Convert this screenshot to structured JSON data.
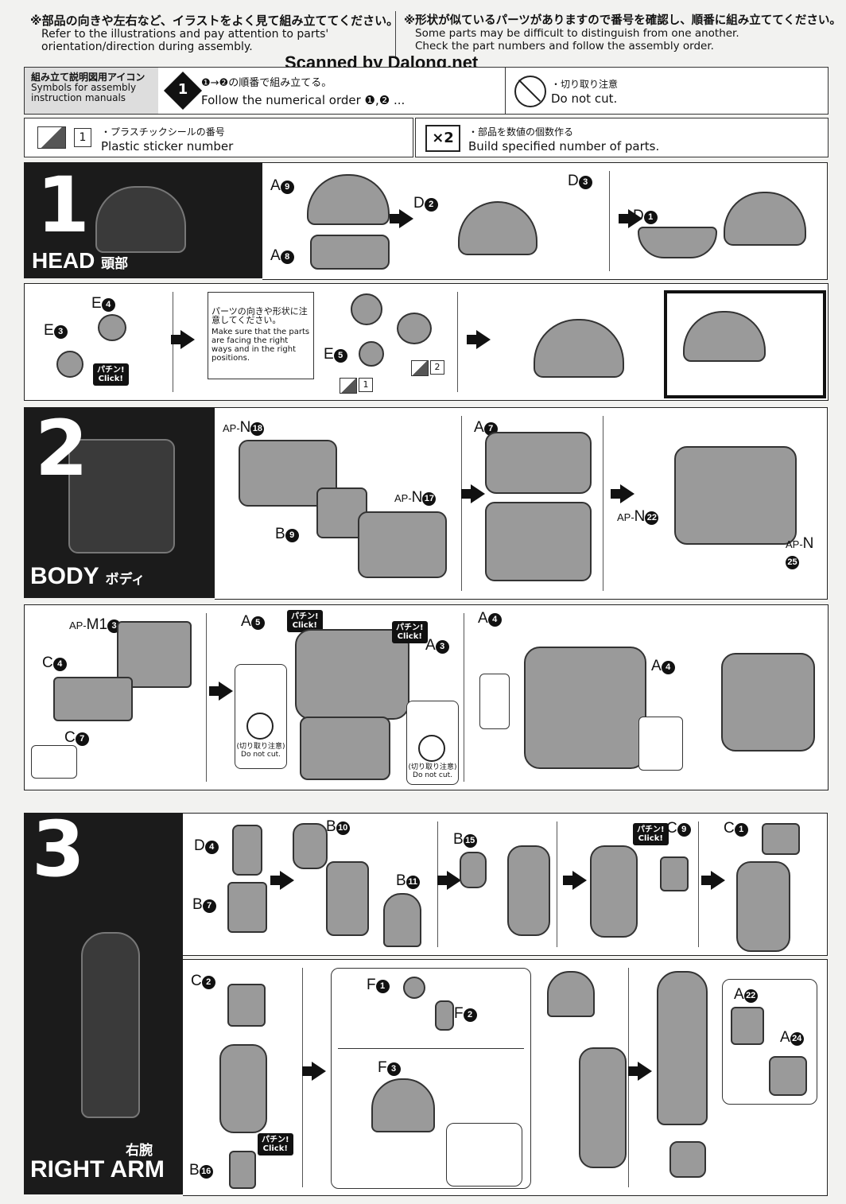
{
  "header": {
    "note_left_jp": "※部品の向きや左右など、イラストをよく見て組み立ててください。",
    "note_left_en1": "Refer to the illustrations and pay attention to parts'",
    "note_left_en2": "orientation/direction during assembly.",
    "note_right_jp": "※形状が似ているパーツがありますので番号を確認し、順番に組み立ててください。",
    "note_right_en1": "Some parts may be difficult to distinguish from one another.",
    "note_right_en2": "Check the part numbers and follow the assembly order.",
    "watermark": "Scanned by Dalong.net"
  },
  "icons": {
    "label_jp": "組み立て説明図用アイコン",
    "label_en1": "Symbols for assembly",
    "label_en2": "instruction manuals",
    "order_badge": "1",
    "order_jp": "❶→❷の順番で組み立てる。",
    "order_en": "Follow the numerical order ❶,❷ ...",
    "nocut_jp": "・切り取り注意",
    "nocut_en": "Do not cut.",
    "sticker_num": "1",
    "sticker_jp": "・プラスチックシールの番号",
    "sticker_en": "Plastic sticker number",
    "multi_mark": "×2",
    "multi_jp": "・部品を数値の個数作る",
    "multi_en": "Build specified number of parts."
  },
  "steps": [
    {
      "num": "1",
      "title_en": "HEAD",
      "title_jp": "頭部"
    },
    {
      "num": "2",
      "title_en": "BODY",
      "title_jp": "ボディ"
    },
    {
      "num": "3",
      "title_en": "RIGHT ARM",
      "title_jp": "右腕"
    }
  ],
  "labels": {
    "a9": "A",
    "a9n": "9",
    "a8": "A",
    "a8n": "8",
    "d2": "D",
    "d2n": "2",
    "d3": "D",
    "d3n": "3",
    "d1": "D",
    "d1n": "1",
    "e4": "E",
    "e4n": "4",
    "e3": "E",
    "e3n": "3",
    "e5": "E",
    "e5n": "5",
    "caution_jp": "パーツの向きや形状に注意してください。",
    "caution_en": "Make sure that the parts are facing the right ways and in the right positions.",
    "sticker1": "1",
    "sticker2": "2",
    "n18p": "AP-",
    "n18": "N",
    "n18n": "18",
    "n17p": "AP-",
    "n17": "N",
    "n17n": "17",
    "b9": "B",
    "b9n": "9",
    "a7": "A",
    "a7n": "7",
    "n22p": "AP-",
    "n22": "N",
    "n22n": "22",
    "n25p": "AP-",
    "n25": "N",
    "n25n": "25",
    "m13p": "AP-",
    "m13": "M1",
    "m13n": "3",
    "c4": "C",
    "c4n": "4",
    "c7": "C",
    "c7n": "7",
    "a5": "A",
    "a5n": "5",
    "a3": "A",
    "a3n": "3",
    "a4a": "A",
    "a4an": "4",
    "a4b": "A",
    "a4bn": "4",
    "dncut_jp": "(切り取り注意)",
    "dncut_en": "Do not cut.",
    "d4": "D",
    "d4n": "4",
    "b7": "B",
    "b7n": "7",
    "b10": "B",
    "b10n": "10",
    "b11": "B",
    "b11n": "11",
    "b15": "B",
    "b15n": "15",
    "c9": "C",
    "c9n": "9",
    "c1": "C",
    "c1n": "1",
    "c2": "C",
    "c2n": "2",
    "b16": "B",
    "b16n": "16",
    "f1": "F",
    "f1n": "1",
    "f2": "F",
    "f2n": "2",
    "f3": "F",
    "f3n": "3",
    "a22": "A",
    "a22n": "22",
    "a24": "A",
    "a24n": "24"
  },
  "click_text": "パチン!\nClick!"
}
